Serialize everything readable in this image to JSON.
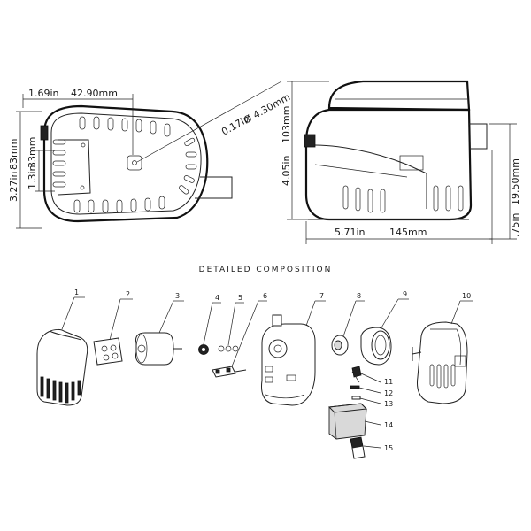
{
  "top_view": {
    "width_in": "1.69in",
    "width_mm": "42.90mm",
    "outlet_in": "0.17in",
    "outlet_mm": "Ø 4.30mm",
    "height_in": "3.27in",
    "height_mm": "83mm",
    "inner_in": "1.3in",
    "inner_mm": "33mm"
  },
  "side_view": {
    "height_in": "4.05in",
    "height_mm": "103mm",
    "length_in": "5.71in",
    "length_mm": "145mm",
    "outlet_in": ".75in",
    "outlet_mm": "19.50mm"
  },
  "composition": {
    "title": "DETAILED COMPOSITION",
    "parts": [
      "1",
      "2",
      "3",
      "4",
      "5",
      "6",
      "7",
      "8",
      "9",
      "10",
      "11",
      "12",
      "13",
      "14",
      "15"
    ]
  }
}
